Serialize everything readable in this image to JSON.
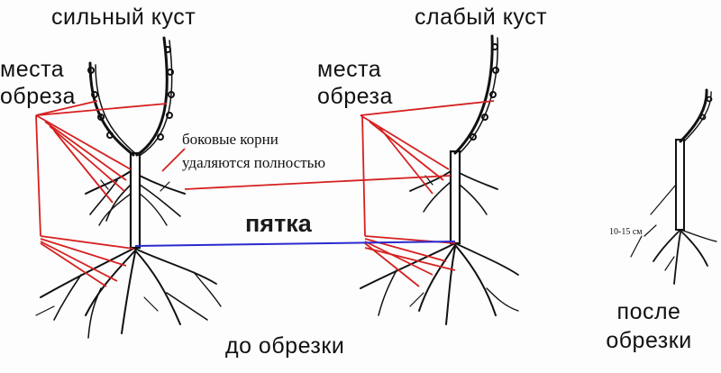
{
  "labels": {
    "strong_bush": "сильный куст",
    "weak_bush": "слабый куст",
    "cut_places_line1": "места",
    "cut_places_line2": "обреза",
    "side_roots_line1": "боковые корни",
    "side_roots_line2": "удаляются полностью",
    "heel": "пятка",
    "before_pruning": "до обрезки",
    "after_line1": "после",
    "after_line2": "обрезки",
    "measure": "10-15 см"
  },
  "colors": {
    "ink": "#111111",
    "pointer": "#d62020",
    "heel_line": "#2a2ad0"
  }
}
